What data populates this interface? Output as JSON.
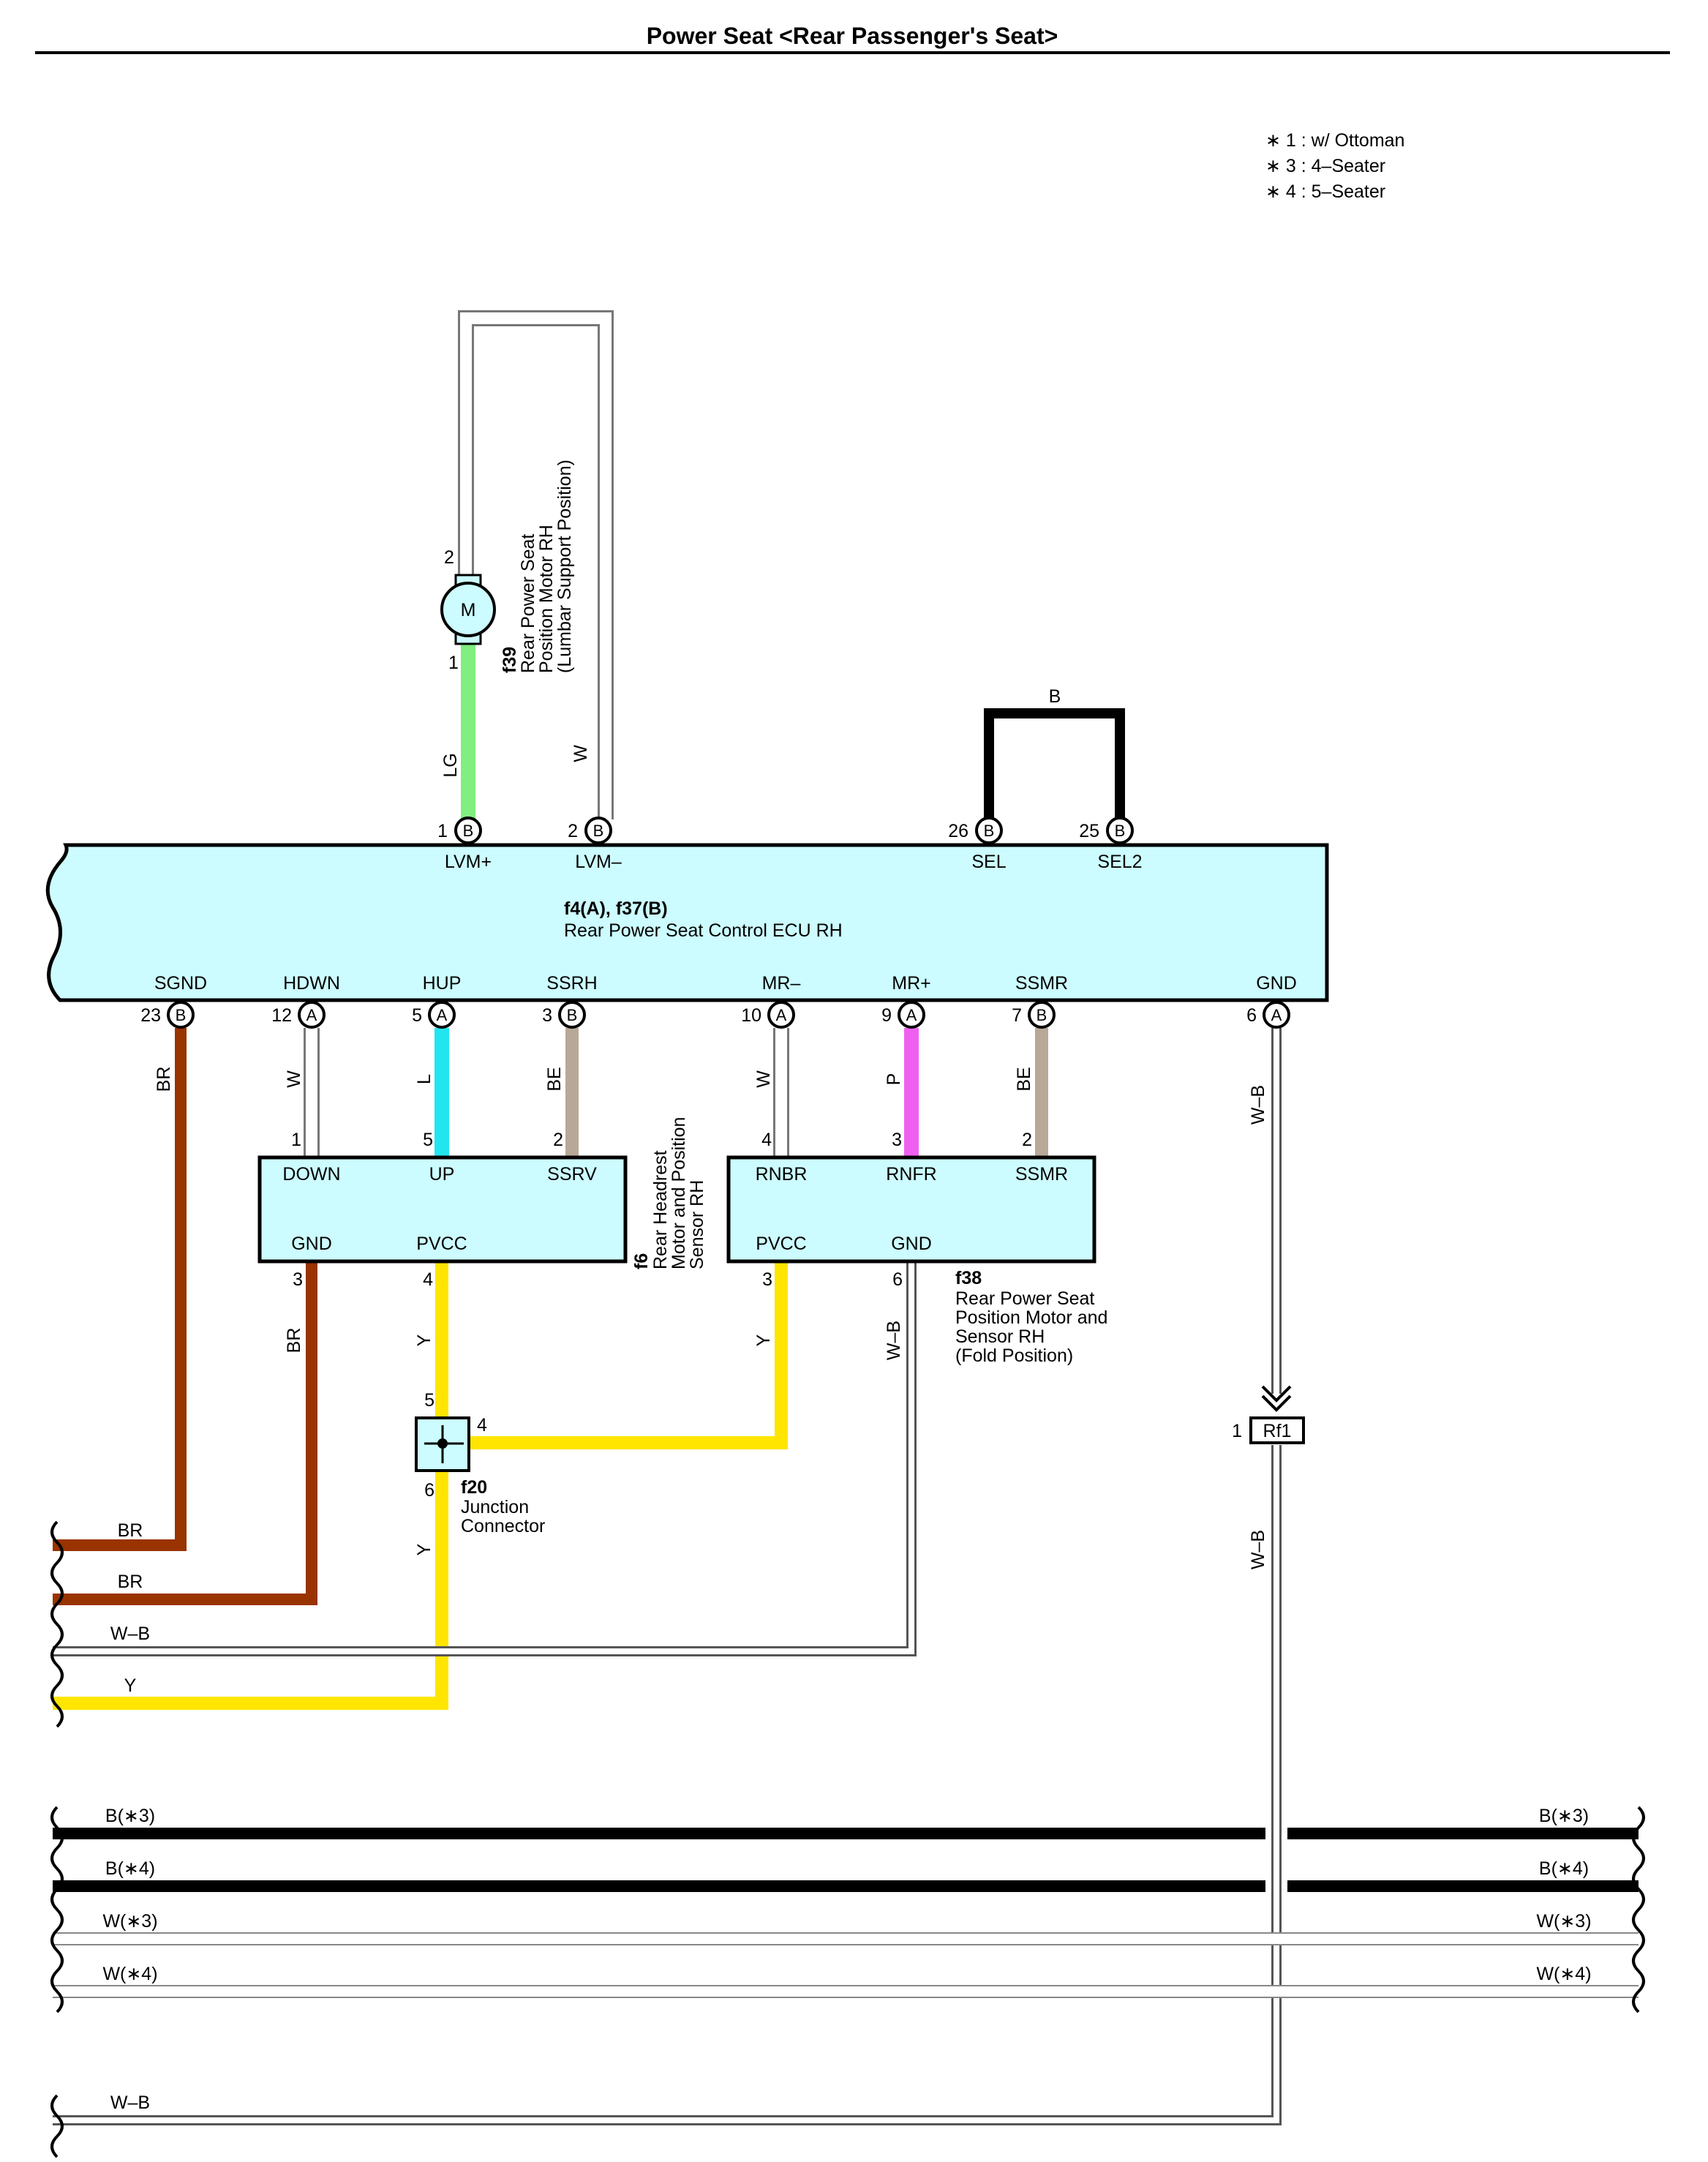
{
  "title": "Power Seat <Rear Passenger's Seat>",
  "notes": [
    "∗ 1 : w/ Ottoman",
    "∗ 3 : 4–Seater",
    "∗ 4 : 5–Seater"
  ],
  "colors": {
    "LG": "#80ee80",
    "W": "#ffffff",
    "B": "#000000",
    "BR": "#993300",
    "L": "#22e5f0",
    "BE": "#b8a898",
    "P": "#f060f0",
    "Y": "#ffe500",
    "W-B": "#ffffff",
    "box_fill": "#ccfcff"
  },
  "ecu": {
    "id": "f4(A), f37(B)",
    "name": "Rear Power Seat Control ECU RH",
    "top_pins": [
      {
        "num": "1",
        "conn": "B",
        "label": "LVM+"
      },
      {
        "num": "2",
        "conn": "B",
        "label": "LVM–"
      },
      {
        "num": "26",
        "conn": "B",
        "label": "SEL"
      },
      {
        "num": "25",
        "conn": "B",
        "label": "SEL2"
      }
    ],
    "bottom_pins": [
      {
        "num": "23",
        "conn": "B",
        "label": "SGND"
      },
      {
        "num": "12",
        "conn": "A",
        "label": "HDWN"
      },
      {
        "num": "5",
        "conn": "A",
        "label": "HUP"
      },
      {
        "num": "3",
        "conn": "B",
        "label": "SSRH"
      },
      {
        "num": "10",
        "conn": "A",
        "label": "MR–"
      },
      {
        "num": "9",
        "conn": "A",
        "label": "MR+"
      },
      {
        "num": "7",
        "conn": "B",
        "label": "SSMR"
      },
      {
        "num": "6",
        "conn": "A",
        "label": "GND"
      }
    ]
  },
  "motor_f39": {
    "id": "f39",
    "name_lines": [
      "Rear Power Seat",
      "Position Motor RH",
      "(Lumbar Support Position)"
    ],
    "symbol": "M",
    "pin_top": "2",
    "pin_bottom": "1"
  },
  "f6": {
    "id": "f6",
    "name_lines": [
      "Rear Headrest",
      "Motor and Position",
      "Sensor RH"
    ],
    "top_pins": [
      {
        "num": "1",
        "label": "DOWN"
      },
      {
        "num": "5",
        "label": "UP"
      },
      {
        "num": "2",
        "label": "SSRV"
      }
    ],
    "bottom_pins": [
      {
        "num": "3",
        "label": "GND"
      },
      {
        "num": "4",
        "label": "PVCC"
      }
    ]
  },
  "f38": {
    "id": "f38",
    "name_lines": [
      "Rear Power Seat",
      "Position Motor and",
      "Sensor RH",
      "(Fold Position)"
    ],
    "top_pins": [
      {
        "num": "4",
        "label": "RNBR"
      },
      {
        "num": "3",
        "label": "RNFR"
      },
      {
        "num": "2",
        "label": "SSMR"
      }
    ],
    "bottom_pins": [
      {
        "num": "3",
        "label": "PVCC"
      },
      {
        "num": "6",
        "label": "GND"
      }
    ]
  },
  "junction_f20": {
    "id": "f20",
    "name_lines": [
      "Junction",
      "Connector"
    ],
    "pin_top": "5",
    "pin_right": "4",
    "pin_bottom": "6"
  },
  "rf1": {
    "label": "Rf1",
    "pin": "1"
  },
  "wire_labels": {
    "lg": "LG",
    "w_lvm": "W",
    "sel_b": "B",
    "br_sgnd": "BR",
    "w_hdwn": "W",
    "l_hup": "L",
    "be_ssrh": "BE",
    "w_mr": "W",
    "p_mrp": "P",
    "be_ssmr": "BE",
    "wb_gnd": "W–B",
    "br_f6": "BR",
    "y_f6": "Y",
    "y_f38": "Y",
    "wb_f38": "W–B",
    "y_f20": "Y",
    "wb_rf1": "W–B"
  },
  "left_bus": [
    "BR",
    "BR",
    "W–B",
    "Y"
  ],
  "buses": [
    {
      "left": "B(∗3)",
      "right": "B(∗3)"
    },
    {
      "left": "B(∗4)",
      "right": "B(∗4)"
    },
    {
      "left": "W(∗3)",
      "right": "W(∗3)"
    },
    {
      "left": "W(∗4)",
      "right": "W(∗4)"
    }
  ],
  "bottom_bus": "W–B"
}
